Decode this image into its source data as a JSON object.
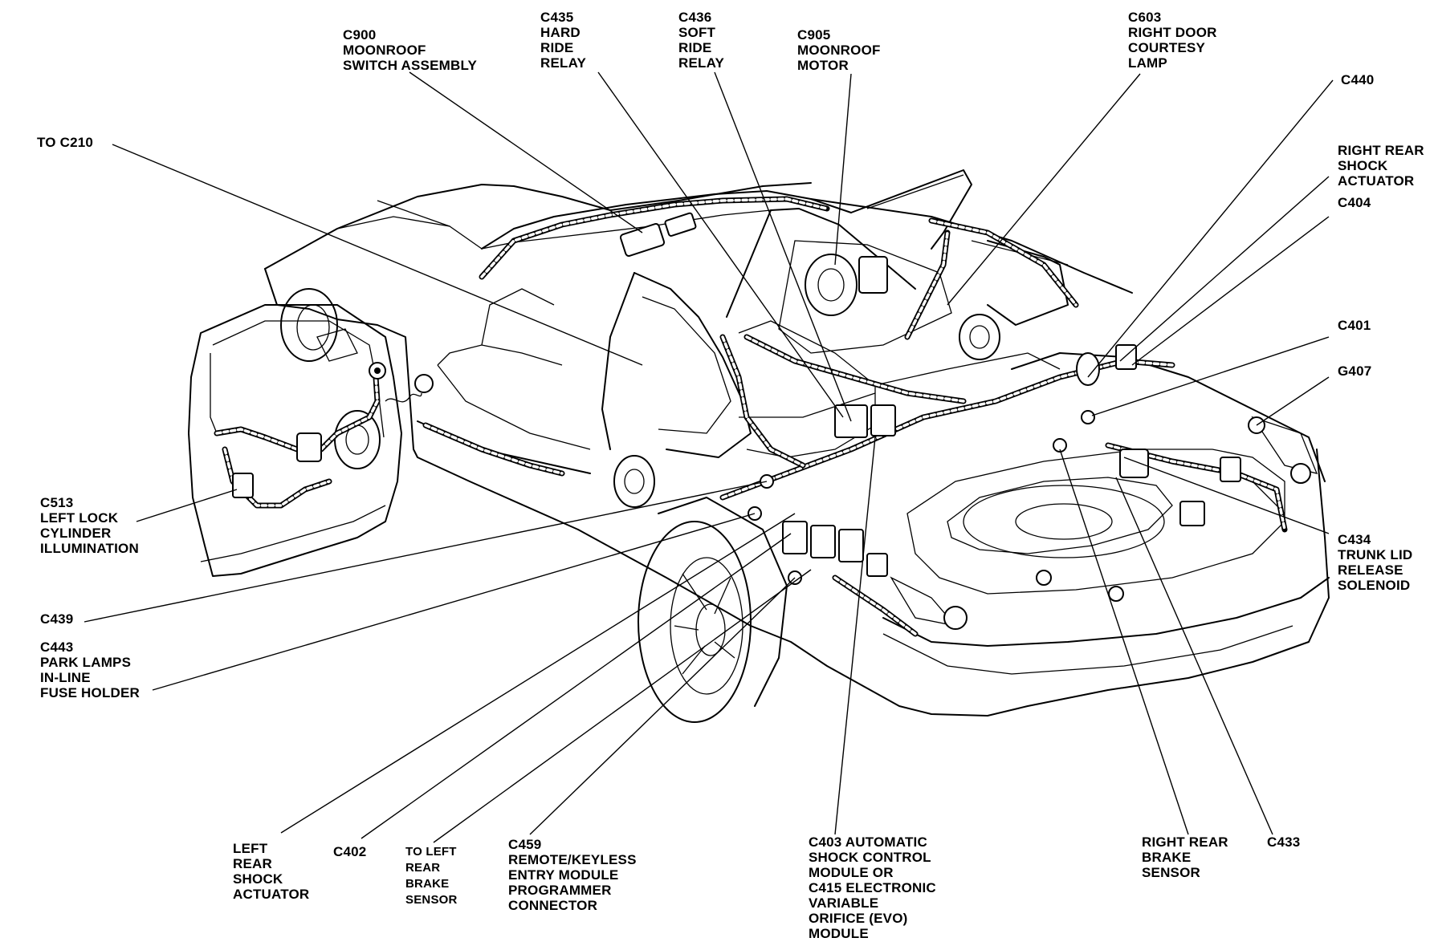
{
  "labels": {
    "c900": "C900\nMOONROOF\nSWITCH ASSEMBLY",
    "c435": "C435\nHARD\nRIDE\nRELAY",
    "c436": "C436\nSOFT\nRIDE\nRELAY",
    "c905": "C905\nMOONROOF\nMOTOR",
    "c603": "C603\nRIGHT DOOR\nCOURTESY\nLAMP",
    "c440": "C440",
    "right_rear_shock": "RIGHT REAR\nSHOCK\nACTUATOR",
    "c404": "C404",
    "c401": "C401",
    "g407": "G407",
    "to_c210": "TO C210",
    "c513": "C513\nLEFT LOCK\nCYLINDER\nILLUMINATION",
    "c439": "C439",
    "c443": "C443\nPARK LAMPS\nIN-LINE\nFUSE HOLDER",
    "c434": "C434\nTRUNK LID\nRELEASE\nSOLENOID",
    "left_rear_shock": "LEFT\nREAR\nSHOCK\nACTUATOR",
    "c402": "C402",
    "to_left_rear_brake": "TO LEFT\nREAR\nBRAKE\nSENSOR",
    "c459": "C459\nREMOTE/KEYLESS\nENTRY MODULE\nPROGRAMMER\nCONNECTOR",
    "c403": "C403 AUTOMATIC\nSHOCK CONTROL\nMODULE OR\nC415 ELECTRONIC\nVARIABLE\nORIFICE (EVO)\nMODULE",
    "right_rear_brake": "RIGHT REAR\nBRAKE\nSENSOR",
    "c433": "C433"
  }
}
